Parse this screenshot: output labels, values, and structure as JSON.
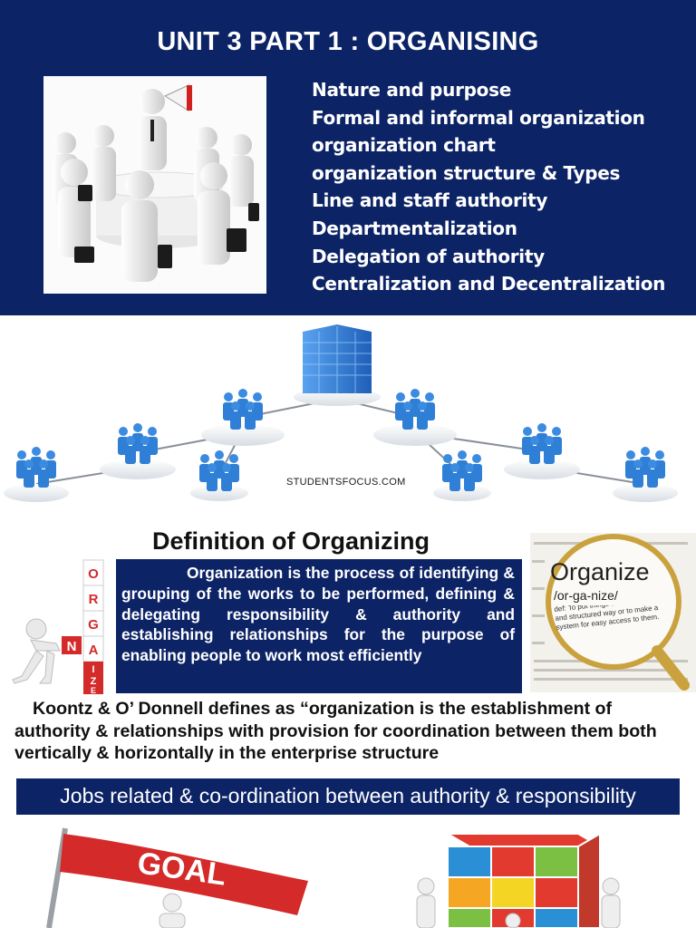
{
  "banner": {
    "title": "UNIT 3  PART 1 : ORGANISING",
    "topics": [
      "Nature and purpose",
      "Formal and informal organization",
      "organization chart",
      "organization structure  & Types",
      "Line and staff authority",
      "Departmentalization",
      "Delegation of authority",
      "Centralization and Decentralization"
    ]
  },
  "network": {
    "watermark": "STUDENTSFOCUS.COM"
  },
  "definition": {
    "title": "Definition of Organizing",
    "body": "Organization is the process of identifying & grouping of the works to be performed, defining & delegating responsibility & authority and establishing relationships for the purpose of enabling people to work most efficiently",
    "letters_left": [
      "O",
      "R",
      "G",
      "A"
    ],
    "letters_right": [
      "N",
      "I",
      "Z",
      "E"
    ]
  },
  "dictionary": {
    "word": "Organize",
    "pronunciation": "/or-ga-nize/",
    "definition": "def: To put things into and ordered and structured way or to make a system for easy access to them."
  },
  "quote": "Koontz &  O’ Donnell defines as “organization is the establishment of authority & relationships with provision for coordination between them both vertically & horizontally in the enterprise structure",
  "jobs_banner": "Jobs related & co-ordination between authority & responsibility",
  "goal_banner": "GOAL",
  "colors": {
    "navy": "#0c2366",
    "person_blue": "#2f7fd6",
    "red": "#d42a2a"
  }
}
